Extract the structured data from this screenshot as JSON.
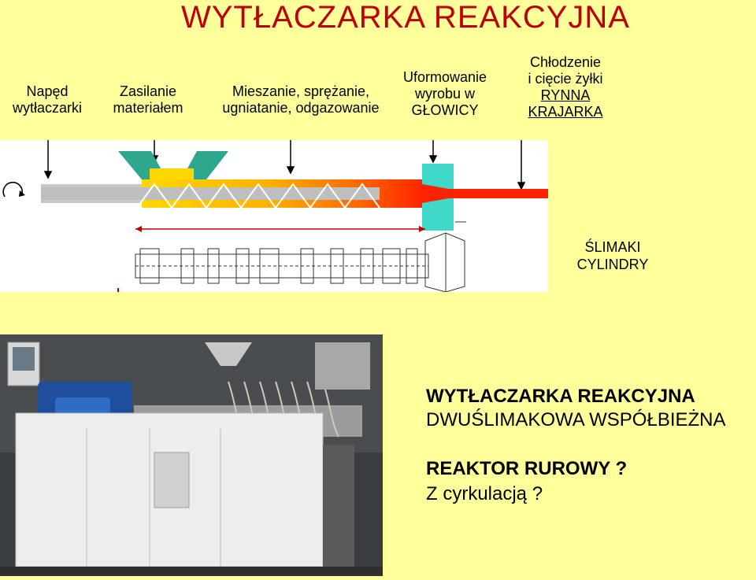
{
  "title": "WYTŁACZARKA  REAKCYJNA",
  "stages": [
    {
      "lines": [
        "Napęd",
        "wytłaczarki"
      ]
    },
    {
      "lines": [
        "Zasilanie",
        "materiałem"
      ]
    },
    {
      "lines": [
        "Mieszanie, sprężanie,",
        "ugniatanie, odgazowanie"
      ]
    },
    {
      "lines": [
        "Uformowanie",
        "wyrobu w",
        "GŁOWICY"
      ]
    },
    {
      "lines": [
        "Chłodzenie",
        "i cięcie żyłki",
        "RYNNA",
        "KRAJARKA"
      ]
    }
  ],
  "side_labels": [
    "ŚLIMAKI",
    "CYLINDRY"
  ],
  "description": {
    "line1": "WYTŁACZARKA  REAKCYJNA",
    "line2": "DWUŚLIMAKOWA  WSPÓŁBIEŻNA",
    "line3": "REAKTOR  RUROWY ?",
    "line4": " Z cyrkulacją ?"
  },
  "colors": {
    "background": "#FFFF9B",
    "title": "#C00000",
    "hopper": "#2DA88E",
    "feed": "#FFD700",
    "melt": "#FF3300",
    "die": "#40D8C8"
  }
}
